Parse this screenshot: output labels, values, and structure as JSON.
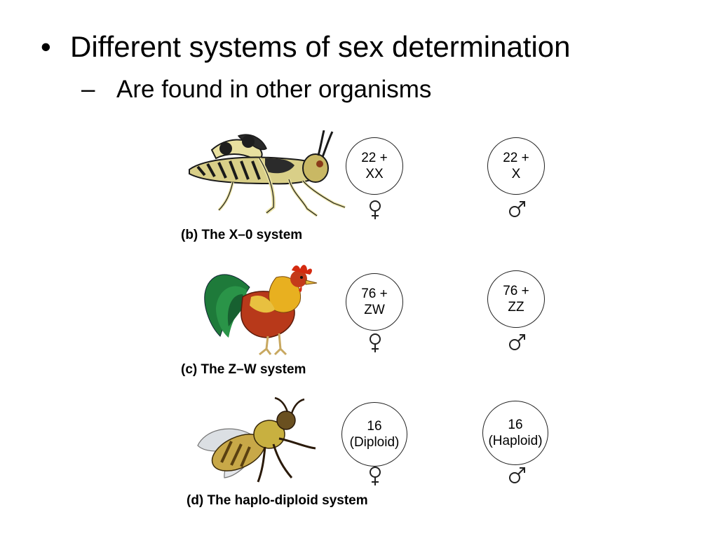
{
  "slide": {
    "bullet": "•",
    "heading": "Different systems of sex determination",
    "dash": "–",
    "subheading": "Are found in other organisms"
  },
  "systems": [
    {
      "animal": "grasshopper-icon",
      "caption": "(b) The X–0 system",
      "female": {
        "line1": "22 +",
        "line2": "XX",
        "symbol": "female-symbol-icon"
      },
      "male": {
        "line1": "22 +",
        "line2": "X",
        "symbol": "male-symbol-icon"
      }
    },
    {
      "animal": "rooster-icon",
      "caption": "(c) The Z–W system",
      "female": {
        "line1": "76 +",
        "line2": "ZW",
        "symbol": "female-symbol-icon"
      },
      "male": {
        "line1": "76 +",
        "line2": "ZZ",
        "symbol": "male-symbol-icon"
      }
    },
    {
      "animal": "bee-icon",
      "caption": "(d) The haplo-diploid system",
      "female": {
        "line1": "16",
        "line2": "(Diploid)",
        "symbol": "female-symbol-icon"
      },
      "male": {
        "line1": "16",
        "line2": "(Haploid)",
        "symbol": "male-symbol-icon"
      }
    }
  ],
  "colors": {
    "text": "#000000",
    "background": "#ffffff"
  }
}
